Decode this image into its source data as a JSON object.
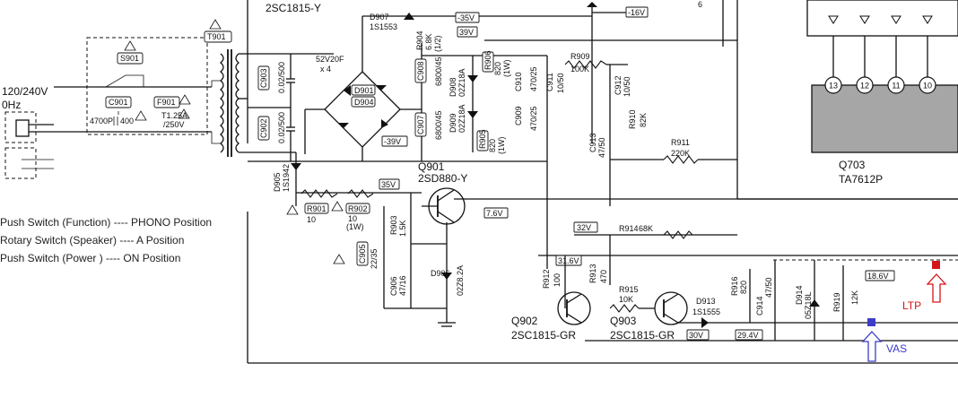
{
  "header": {
    "top_transistor": "2SC1815-Y"
  },
  "mains": {
    "voltage": "120/240V",
    "freq": "0Hz"
  },
  "transformer": {
    "ref": "T901"
  },
  "switches": {
    "s901": "S901",
    "c901": "C901",
    "f901": "F901",
    "c901_value": "4700P",
    "f901_value_1": "400",
    "f901_value_2": "T1.25A",
    "f901_value_3": "/250V"
  },
  "rectifier": {
    "part": "52V20F",
    "qty": "x 4",
    "d901": "D901",
    "d904": "D904"
  },
  "caps_primary": {
    "c903": "C903",
    "c903_value": "0.02/500",
    "c902": "C902",
    "c902_value": "0.02/500"
  },
  "top_parts": {
    "d907": "D907",
    "d907_part": "1S1553",
    "r904": "R904",
    "r904_value": "6.8K",
    "r904_value2": "(1/2)",
    "v_neg35": "-35V",
    "v_39": "39V",
    "v_neg16": "-16V"
  },
  "supply_caps": {
    "c908": "C908",
    "c908_value": "6800/45",
    "c907": "C907",
    "c907_value": "6800/45",
    "d908": "D908",
    "d908_part": "02Z18A",
    "d909": "D909",
    "d909_part": "02Z18A",
    "r906": "R906",
    "r906_value": "820",
    "r906_power": "(1W)",
    "r905": "R905",
    "r905_value": "820",
    "r905_power": "(1W)",
    "c910": "C910",
    "c910_value": "470/25",
    "c909": "C909",
    "c909_value": "470/25",
    "c911": "C911",
    "c911_value": "10/50",
    "r909": "R909",
    "r909_value": "100K",
    "c912": "C912",
    "c912_value": "10/50",
    "r910": "R910",
    "r910_value": "82K",
    "c913": "C913",
    "c913_value": "47/50",
    "r911": "R911",
    "r911_value": "220K",
    "v_neg39": "-39V"
  },
  "q901": {
    "ref": "Q901",
    "part": "2SD880-Y",
    "v_35": "35V",
    "v_7_6": "7.6V"
  },
  "regulator": {
    "d905": "D905",
    "d905_part": "1S1942",
    "r901": "R901",
    "r901_value": "10",
    "r902": "R902",
    "r902_value": "10",
    "r902_power": "(1W)",
    "r903": "R903",
    "r903_value": "1.5K",
    "c905": "C905",
    "c905_value": "22/35",
    "c906": "C906",
    "c906_value": "47/16",
    "d906": "D906",
    "d906_part": "02Z8.2A"
  },
  "notes": {
    "line1": "Push Switch (Function) ---- PHONO Position",
    "line2": "Rotary Switch (Speaker) ---- A   Position",
    "line3": "Push Switch (Power ) ---- ON   Position"
  },
  "amp": {
    "v_32": "32V",
    "r914": "R914",
    "r914_value": "68K",
    "v_31_6": "31.6V",
    "r912": "R912",
    "r912_value": "100",
    "r913": "R913",
    "r913_value": "470",
    "r915": "R915",
    "r915_value": "10K",
    "d913": "D913",
    "d913_part": "1S1555",
    "r916": "R916",
    "r916_value": "820",
    "c914": "C914",
    "c914_value": "47/50",
    "d914": "D914",
    "d914_part": "05Z18L",
    "r919": "R919",
    "r919_value": "12K",
    "v_18_6": "18.6V",
    "v_30": "30V",
    "v_29_4": "29.4V",
    "q902": "Q902",
    "q902_part": "2SC1815-GR",
    "q903": "Q903",
    "q903_part": "2SC1815-GR"
  },
  "ic": {
    "ref": "Q703",
    "part": "TA7612P",
    "pins": [
      "13",
      "12",
      "11",
      "10"
    ]
  },
  "annotations": {
    "ltp": "LTP",
    "vas": "VAS",
    "ltp_color": "#d4141a",
    "vas_color": "#3c3cc8"
  },
  "misc": {
    "pin_6": "6"
  }
}
